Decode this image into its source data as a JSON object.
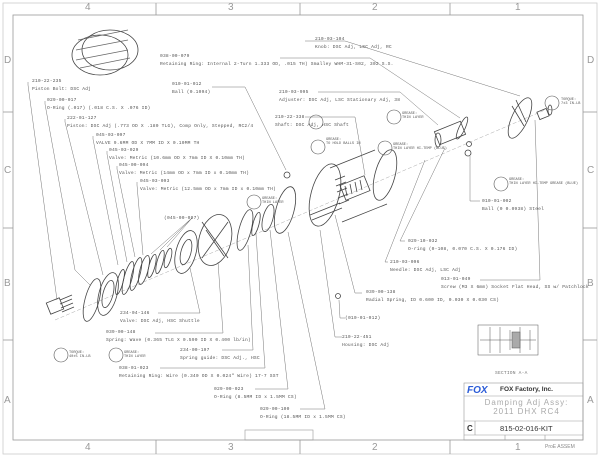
{
  "border": {
    "columns": [
      "4",
      "3",
      "2",
      "1"
    ],
    "rows": [
      "D",
      "C",
      "B",
      "A"
    ]
  },
  "callouts": [
    {
      "part": "038-00-079",
      "desc": "Retaining Ring: Internal 2-Turn 1.333 OD, .015 TH) Smalley WHM-31-S02, 302 S.S."
    },
    {
      "part": "210-03-104",
      "desc": "Knob: DSC Adj, LSC Adj, RC"
    },
    {
      "part": "210-22-235",
      "desc": "Piston Bolt: DSC Adj"
    },
    {
      "part": "029-00-017",
      "desc": "O-Ring (.017) (.018 C.S. X .076 ID)"
    },
    {
      "part": "222-01-127",
      "desc": "Piston: DSC Adj (.773 OD X .180 TLG), Comp Only, Stepped, RC2/4"
    },
    {
      "part": "045-03-097",
      "desc": "VALVE 9.6MM OD X 7MM ID X 0.10MM TH"
    },
    {
      "part": "045-03-029",
      "desc": "Valve: Metric (10.6mm OD X 7mm ID X 0.10mm TH)"
    },
    {
      "part": "045-00-094",
      "desc": "Valve: Metric (14mm OD x 7mm ID x 0.10mm TH)"
    },
    {
      "part": "045-03-093",
      "desc": "Valve: Metric (12.5mm OD x 7mm ID x 0.10mm TH)"
    },
    {
      "part": "010-01-012",
      "desc": "Ball (0.1094)"
    },
    {
      "part": "210-03-995",
      "desc": "Adjuster: DSC Adj, LSC Stationary Adj, 38"
    },
    {
      "part": "210-22-338",
      "desc": "Shaft: DSC Adj, HSC Shaft"
    },
    {
      "part": "234-04-146",
      "desc": "Valve: DSC Adj, HSC Shuttle"
    },
    {
      "part": "039-00-148",
      "desc": "Spring: Wave (0.365 TLG X 0.590 ID X 0.400 lb/in)"
    },
    {
      "part": "234-00-197",
      "desc": "Spring guide: DSC Adj., HSC"
    },
    {
      "part": "038-01-023",
      "desc": "Retaining Ring: Wire (0.340 OD X 0.024\" Wire) 17-7 SST"
    },
    {
      "part": "029-00-023",
      "desc": "O-Ring (8.5MM ID x 1.5MM CS)"
    },
    {
      "part": "029-00-100",
      "desc": "O-Ring (18.5MM ID x 1.5MM CS)"
    },
    {
      "part": "010-01-002",
      "desc": "Ball (0 0.0938) Steel"
    },
    {
      "part": "029-10-032",
      "desc": "O-ring (0-108, 0.070 C.S. X 0.176 ID)"
    },
    {
      "part": "210-03-096",
      "desc": "Needle: DSC Adj, LSC Adj"
    },
    {
      "part": "013-01-049",
      "desc": "Screw (M3 X 6mm) Socket Flat Head, SS w/ Patchlock"
    },
    {
      "part": "039-00-138",
      "desc": "Radial Spring, ID 0.600 ID, 0.030 X 0.030 CS)"
    },
    {
      "part": "210-22-451",
      "desc": "Housing: DSC Adj"
    }
  ],
  "refs": [
    "(045-00-097)",
    "(010-01-012)"
  ],
  "notes": [
    {
      "title": "GREASE:",
      "text": "THIN LAYER"
    },
    {
      "title": "GREASE:",
      "text": "TO HOLD BALLS IN"
    },
    {
      "title": "GREASE:",
      "text": "THIN LAYER HI-TEMP (BLUE)"
    },
    {
      "title": "TORQUE:",
      "text": "7±3 IN-LB"
    },
    {
      "title": "GREASE:",
      "text": "THIN LAYER HI-TEMP GREASE (BLUE)"
    },
    {
      "title": "TORQUE:",
      "text": "40±5 IN-LB"
    },
    {
      "title": "GREASE:",
      "text": "THIN LAYER"
    },
    {
      "title": "GREASE:",
      "text": "THIN LAYER"
    }
  ],
  "section_label": "SECTION A-A",
  "title_block": {
    "logo": "FOX",
    "company": "FOX Factory, Inc.",
    "title_line1": "Damping Adj Assy:",
    "title_line2": "2011 DHX RC4",
    "size": "C",
    "part_number": "815-02-016-KIT",
    "footer": "ProE ASSEM"
  },
  "colors": {
    "line": "#777777",
    "text": "#555555",
    "logo": "#2a5bd7"
  }
}
